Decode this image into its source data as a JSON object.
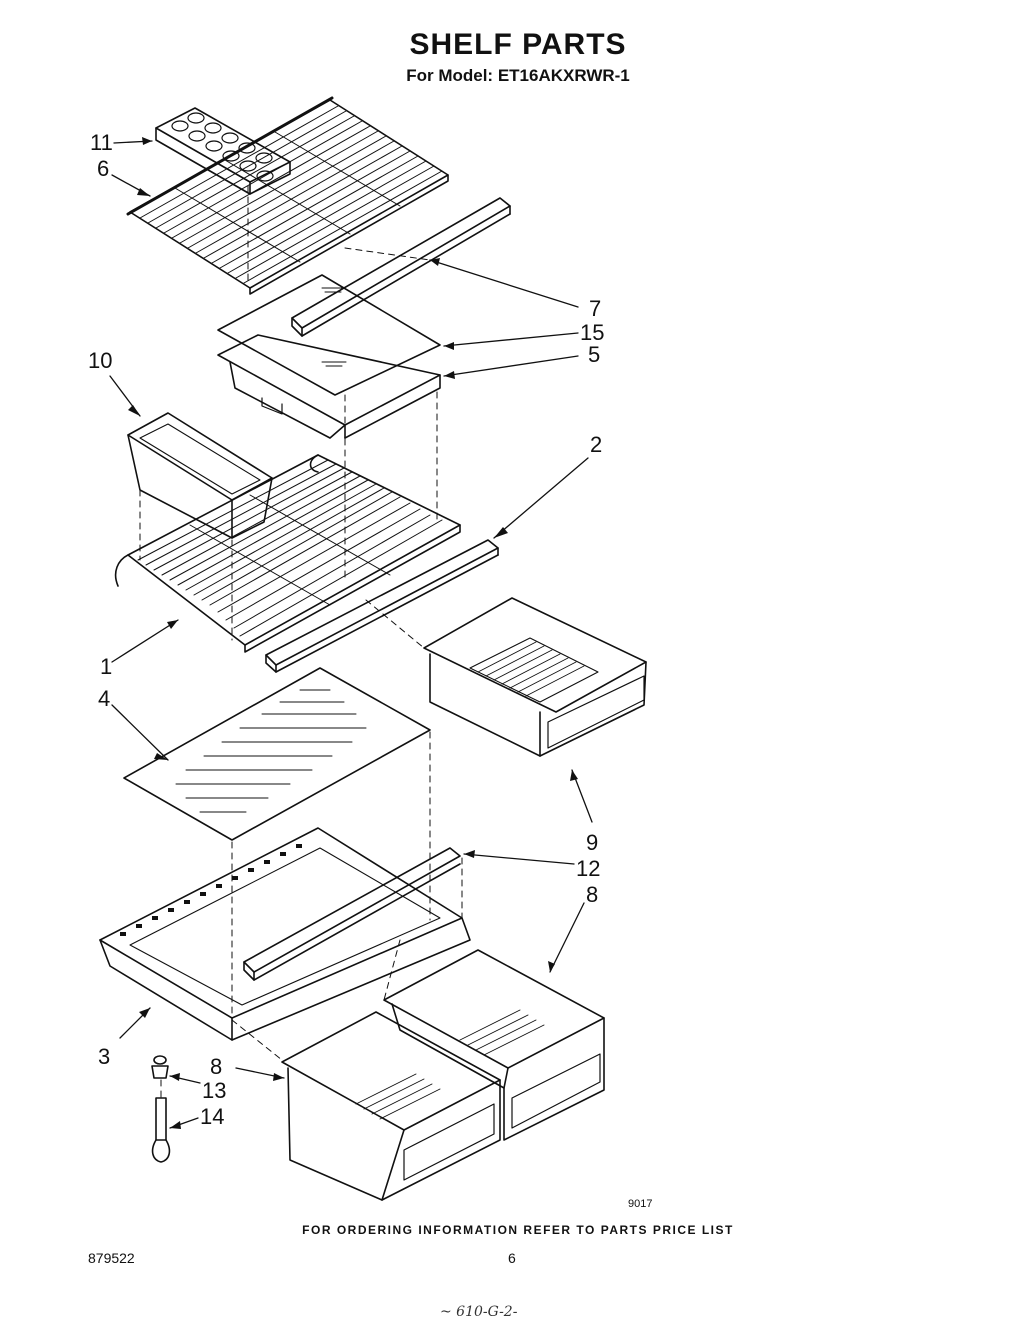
{
  "header": {
    "title": "SHELF PARTS",
    "subtitle": "For Model: ET16AKXRWR-1"
  },
  "callouts": {
    "c11": "11",
    "c6": "6",
    "c7": "7",
    "c15": "15",
    "c5": "5",
    "c10": "10",
    "c2": "2",
    "c1": "1",
    "c4": "4",
    "c9": "9",
    "c12": "12",
    "c8a": "8",
    "c3": "3",
    "c8b": "8",
    "c13": "13",
    "c14": "14"
  },
  "footer": {
    "figure_number": "9017",
    "ordering_note": "FOR ORDERING INFORMATION REFER TO PARTS PRICE LIST",
    "document_number": "879522",
    "page_number": "6",
    "handwritten_note": "~ 610-G-2-"
  }
}
